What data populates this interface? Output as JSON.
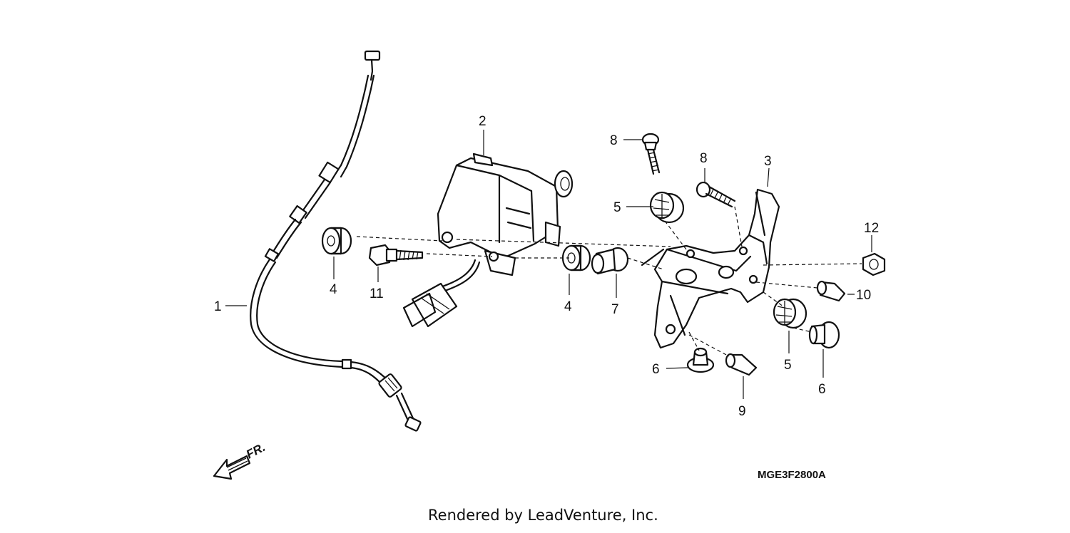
{
  "diagram": {
    "callouts": [
      {
        "id": "c1",
        "label": "1"
      },
      {
        "id": "c2",
        "label": "2"
      },
      {
        "id": "c3",
        "label": "3"
      },
      {
        "id": "c4a",
        "label": "4"
      },
      {
        "id": "c4b",
        "label": "4"
      },
      {
        "id": "c5a",
        "label": "5"
      },
      {
        "id": "c5b",
        "label": "5"
      },
      {
        "id": "c6a",
        "label": "6"
      },
      {
        "id": "c6b",
        "label": "6"
      },
      {
        "id": "c7",
        "label": "7"
      },
      {
        "id": "c8a",
        "label": "8"
      },
      {
        "id": "c8b",
        "label": "8"
      },
      {
        "id": "c9",
        "label": "9"
      },
      {
        "id": "c10",
        "label": "10"
      },
      {
        "id": "c11",
        "label": "11"
      },
      {
        "id": "c12",
        "label": "12"
      }
    ],
    "diagram_code": "MGE3F2800A",
    "direction_label": "FR.",
    "credit": "Rendered by LeadVenture, Inc."
  }
}
